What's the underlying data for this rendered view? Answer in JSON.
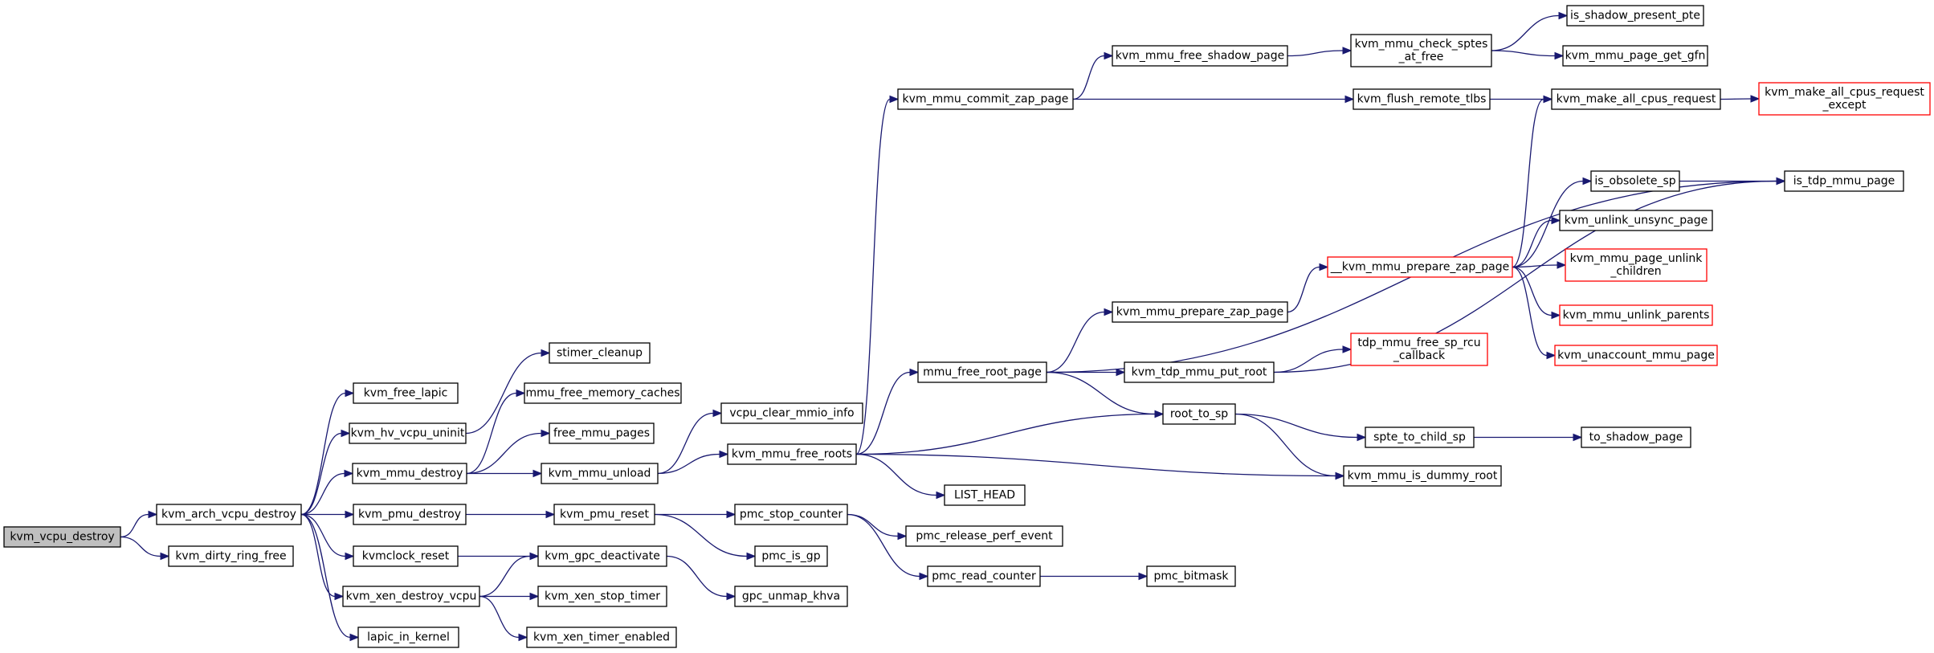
{
  "colors": {
    "edge": "#191970",
    "node_border": "#000000",
    "truncated_border": "#ff0000",
    "root_fill": "#bfbfbf"
  },
  "nodes": [
    {
      "id": "kvm_vcpu_destroy",
      "lines": [
        "kvm_vcpu_destroy"
      ],
      "kind": "root"
    },
    {
      "id": "kvm_arch_vcpu_destroy",
      "lines": [
        "kvm_arch_vcpu_destroy"
      ]
    },
    {
      "id": "kvm_dirty_ring_free",
      "lines": [
        "kvm_dirty_ring_free"
      ]
    },
    {
      "id": "kvm_free_lapic",
      "lines": [
        "kvm_free_lapic"
      ]
    },
    {
      "id": "kvm_hv_vcpu_uninit",
      "lines": [
        "kvm_hv_vcpu_uninit"
      ]
    },
    {
      "id": "kvm_mmu_destroy",
      "lines": [
        "kvm_mmu_destroy"
      ]
    },
    {
      "id": "kvm_pmu_destroy",
      "lines": [
        "kvm_pmu_destroy"
      ]
    },
    {
      "id": "kvmclock_reset",
      "lines": [
        "kvmclock_reset"
      ]
    },
    {
      "id": "kvm_xen_destroy_vcpu",
      "lines": [
        "kvm_xen_destroy_vcpu"
      ]
    },
    {
      "id": "lapic_in_kernel",
      "lines": [
        "lapic_in_kernel"
      ]
    },
    {
      "id": "stimer_cleanup",
      "lines": [
        "stimer_cleanup"
      ]
    },
    {
      "id": "mmu_free_memory_caches",
      "lines": [
        "mmu_free_memory_caches"
      ]
    },
    {
      "id": "free_mmu_pages",
      "lines": [
        "free_mmu_pages"
      ]
    },
    {
      "id": "kvm_mmu_unload",
      "lines": [
        "kvm_mmu_unload"
      ]
    },
    {
      "id": "kvm_pmu_reset",
      "lines": [
        "kvm_pmu_reset"
      ]
    },
    {
      "id": "kvm_gpc_deactivate",
      "lines": [
        "kvm_gpc_deactivate"
      ]
    },
    {
      "id": "kvm_xen_stop_timer",
      "lines": [
        "kvm_xen_stop_timer"
      ]
    },
    {
      "id": "kvm_xen_timer_enabled",
      "lines": [
        "kvm_xen_timer_enabled"
      ]
    },
    {
      "id": "vcpu_clear_mmio_info",
      "lines": [
        "vcpu_clear_mmio_info"
      ]
    },
    {
      "id": "kvm_mmu_free_roots",
      "lines": [
        "kvm_mmu_free_roots"
      ]
    },
    {
      "id": "pmc_stop_counter",
      "lines": [
        "pmc_stop_counter"
      ]
    },
    {
      "id": "pmc_is_gp",
      "lines": [
        "pmc_is_gp"
      ]
    },
    {
      "id": "gpc_unmap_khva",
      "lines": [
        "gpc_unmap_khva"
      ]
    },
    {
      "id": "kvm_mmu_commit_zap_page",
      "lines": [
        "kvm_mmu_commit_zap_page"
      ]
    },
    {
      "id": "mmu_free_root_page",
      "lines": [
        "mmu_free_root_page"
      ]
    },
    {
      "id": "LIST_HEAD",
      "lines": [
        "LIST_HEAD"
      ]
    },
    {
      "id": "pmc_release_perf_event",
      "lines": [
        "pmc_release_perf_event"
      ]
    },
    {
      "id": "pmc_read_counter",
      "lines": [
        "pmc_read_counter"
      ]
    },
    {
      "id": "kvm_mmu_free_shadow_page",
      "lines": [
        "kvm_mmu_free_shadow_page"
      ]
    },
    {
      "id": "kvm_mmu_prepare_zap_page",
      "lines": [
        "kvm_mmu_prepare_zap_page"
      ]
    },
    {
      "id": "kvm_tdp_mmu_put_root",
      "lines": [
        "kvm_tdp_mmu_put_root"
      ]
    },
    {
      "id": "root_to_sp",
      "lines": [
        "root_to_sp"
      ]
    },
    {
      "id": "pmc_bitmask",
      "lines": [
        "pmc_bitmask"
      ]
    },
    {
      "id": "kvm_mmu_check_sptes_at_free",
      "lines": [
        "kvm_mmu_check_sptes",
        "_at_free"
      ]
    },
    {
      "id": "kvm_flush_remote_tlbs",
      "lines": [
        "kvm_flush_remote_tlbs"
      ]
    },
    {
      "id": "__kvm_mmu_prepare_zap_page",
      "lines": [
        "__kvm_mmu_prepare_zap_page"
      ],
      "kind": "truncated"
    },
    {
      "id": "tdp_mmu_free_sp_rcu_callback",
      "lines": [
        "tdp_mmu_free_sp_rcu",
        "_callback"
      ],
      "kind": "truncated"
    },
    {
      "id": "spte_to_child_sp",
      "lines": [
        "spte_to_child_sp"
      ]
    },
    {
      "id": "kvm_mmu_is_dummy_root",
      "lines": [
        "kvm_mmu_is_dummy_root"
      ]
    },
    {
      "id": "is_shadow_present_pte",
      "lines": [
        "is_shadow_present_pte"
      ]
    },
    {
      "id": "kvm_mmu_page_get_gfn",
      "lines": [
        "kvm_mmu_page_get_gfn"
      ]
    },
    {
      "id": "kvm_make_all_cpus_request",
      "lines": [
        "kvm_make_all_cpus_request"
      ]
    },
    {
      "id": "is_obsolete_sp",
      "lines": [
        "is_obsolete_sp"
      ]
    },
    {
      "id": "kvm_unlink_unsync_page",
      "lines": [
        "kvm_unlink_unsync_page"
      ]
    },
    {
      "id": "kvm_mmu_page_unlink_children",
      "lines": [
        "kvm_mmu_page_unlink",
        "_children"
      ],
      "kind": "truncated"
    },
    {
      "id": "kvm_mmu_unlink_parents",
      "lines": [
        "kvm_mmu_unlink_parents"
      ],
      "kind": "truncated"
    },
    {
      "id": "kvm_unaccount_mmu_page",
      "lines": [
        "kvm_unaccount_mmu_page"
      ],
      "kind": "truncated"
    },
    {
      "id": "to_shadow_page",
      "lines": [
        "to_shadow_page"
      ]
    },
    {
      "id": "kvm_make_all_cpus_request_except",
      "lines": [
        "kvm_make_all_cpus_request",
        "_except"
      ],
      "kind": "truncated"
    },
    {
      "id": "is_tdp_mmu_page",
      "lines": [
        "is_tdp_mmu_page"
      ]
    }
  ],
  "edges": [
    [
      "kvm_vcpu_destroy",
      "kvm_arch_vcpu_destroy"
    ],
    [
      "kvm_vcpu_destroy",
      "kvm_dirty_ring_free"
    ],
    [
      "kvm_arch_vcpu_destroy",
      "kvm_free_lapic"
    ],
    [
      "kvm_arch_vcpu_destroy",
      "kvm_hv_vcpu_uninit"
    ],
    [
      "kvm_arch_vcpu_destroy",
      "kvm_mmu_destroy"
    ],
    [
      "kvm_arch_vcpu_destroy",
      "kvm_pmu_destroy"
    ],
    [
      "kvm_arch_vcpu_destroy",
      "kvmclock_reset"
    ],
    [
      "kvm_arch_vcpu_destroy",
      "kvm_xen_destroy_vcpu"
    ],
    [
      "kvm_arch_vcpu_destroy",
      "lapic_in_kernel"
    ],
    [
      "kvm_hv_vcpu_uninit",
      "stimer_cleanup"
    ],
    [
      "kvm_mmu_destroy",
      "mmu_free_memory_caches"
    ],
    [
      "kvm_mmu_destroy",
      "free_mmu_pages"
    ],
    [
      "kvm_mmu_destroy",
      "kvm_mmu_unload"
    ],
    [
      "kvm_pmu_destroy",
      "kvm_pmu_reset"
    ],
    [
      "kvmclock_reset",
      "kvm_gpc_deactivate"
    ],
    [
      "kvm_xen_destroy_vcpu",
      "kvm_gpc_deactivate"
    ],
    [
      "kvm_xen_destroy_vcpu",
      "kvm_xen_stop_timer"
    ],
    [
      "kvm_xen_destroy_vcpu",
      "kvm_xen_timer_enabled"
    ],
    [
      "kvm_mmu_unload",
      "vcpu_clear_mmio_info"
    ],
    [
      "kvm_mmu_unload",
      "kvm_mmu_free_roots"
    ],
    [
      "kvm_pmu_reset",
      "pmc_stop_counter"
    ],
    [
      "kvm_pmu_reset",
      "pmc_is_gp"
    ],
    [
      "kvm_gpc_deactivate",
      "gpc_unmap_khva"
    ],
    [
      "kvm_mmu_free_roots",
      "kvm_mmu_commit_zap_page"
    ],
    [
      "kvm_mmu_free_roots",
      "mmu_free_root_page"
    ],
    [
      "kvm_mmu_free_roots",
      "LIST_HEAD"
    ],
    [
      "kvm_mmu_free_roots",
      "root_to_sp"
    ],
    [
      "kvm_mmu_free_roots",
      "kvm_mmu_is_dummy_root"
    ],
    [
      "pmc_stop_counter",
      "pmc_release_perf_event"
    ],
    [
      "pmc_stop_counter",
      "pmc_read_counter"
    ],
    [
      "pmc_read_counter",
      "pmc_bitmask"
    ],
    [
      "kvm_mmu_commit_zap_page",
      "kvm_mmu_free_shadow_page"
    ],
    [
      "kvm_mmu_commit_zap_page",
      "kvm_flush_remote_tlbs"
    ],
    [
      "kvm_mmu_free_shadow_page",
      "kvm_mmu_check_sptes_at_free"
    ],
    [
      "kvm_mmu_check_sptes_at_free",
      "is_shadow_present_pte"
    ],
    [
      "kvm_mmu_check_sptes_at_free",
      "kvm_mmu_page_get_gfn"
    ],
    [
      "kvm_flush_remote_tlbs",
      "kvm_make_all_cpus_request"
    ],
    [
      "kvm_make_all_cpus_request",
      "kvm_make_all_cpus_request_except"
    ],
    [
      "mmu_free_root_page",
      "is_tdp_mmu_page"
    ],
    [
      "mmu_free_root_page",
      "kvm_mmu_prepare_zap_page"
    ],
    [
      "mmu_free_root_page",
      "kvm_tdp_mmu_put_root"
    ],
    [
      "mmu_free_root_page",
      "root_to_sp"
    ],
    [
      "kvm_mmu_prepare_zap_page",
      "__kvm_mmu_prepare_zap_page"
    ],
    [
      "__kvm_mmu_prepare_zap_page",
      "kvm_make_all_cpus_request"
    ],
    [
      "__kvm_mmu_prepare_zap_page",
      "is_obsolete_sp"
    ],
    [
      "__kvm_mmu_prepare_zap_page",
      "kvm_unlink_unsync_page"
    ],
    [
      "__kvm_mmu_prepare_zap_page",
      "kvm_mmu_page_unlink_children"
    ],
    [
      "__kvm_mmu_prepare_zap_page",
      "kvm_mmu_unlink_parents"
    ],
    [
      "__kvm_mmu_prepare_zap_page",
      "kvm_unaccount_mmu_page"
    ],
    [
      "is_obsolete_sp",
      "is_tdp_mmu_page"
    ],
    [
      "kvm_tdp_mmu_put_root",
      "tdp_mmu_free_sp_rcu_callback"
    ],
    [
      "kvm_tdp_mmu_put_root",
      "is_tdp_mmu_page"
    ],
    [
      "root_to_sp",
      "spte_to_child_sp"
    ],
    [
      "root_to_sp",
      "kvm_mmu_is_dummy_root"
    ],
    [
      "spte_to_child_sp",
      "to_shadow_page"
    ]
  ]
}
